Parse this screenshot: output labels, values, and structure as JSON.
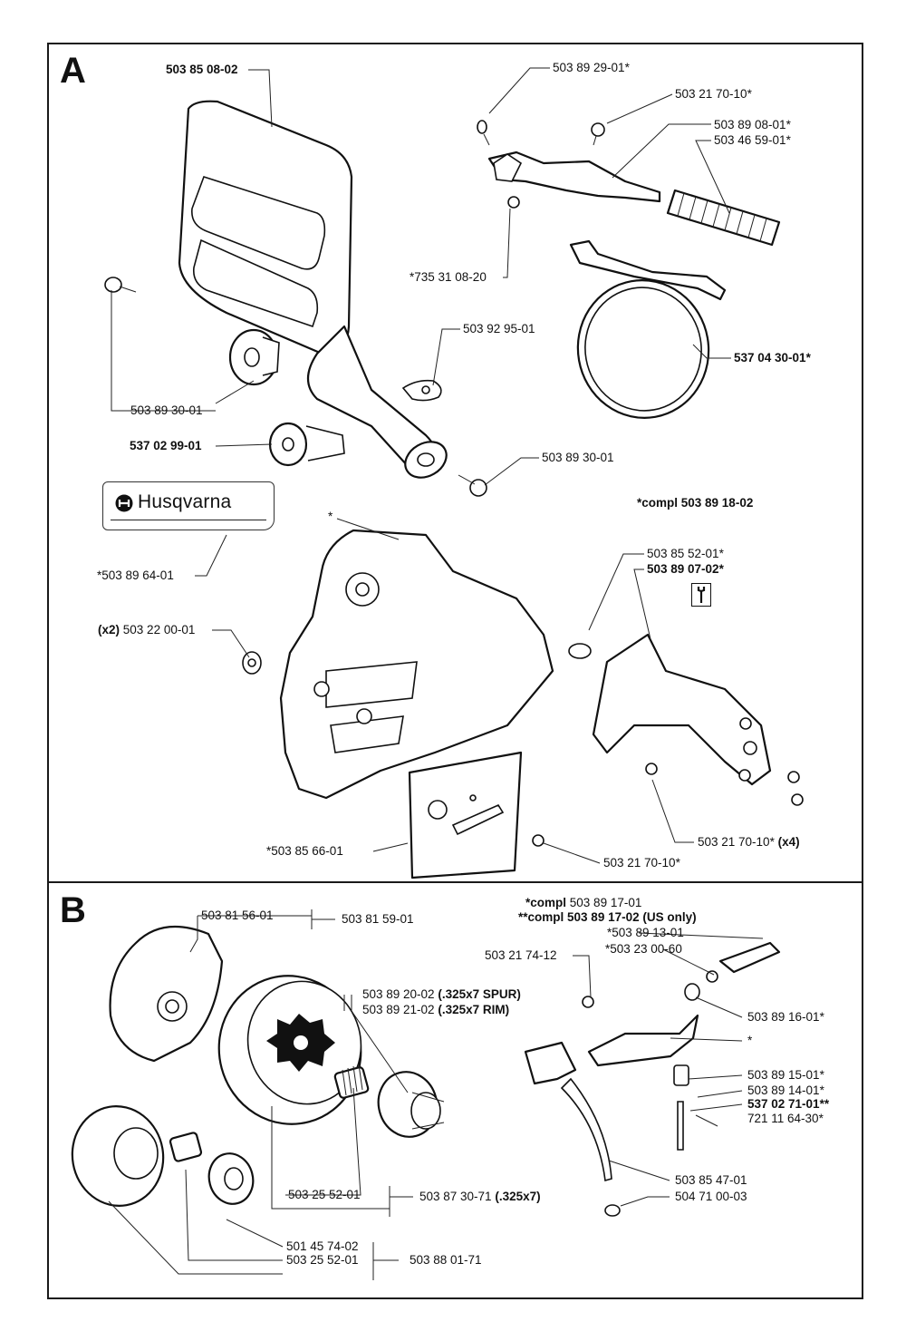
{
  "sections": {
    "a": {
      "letter": "A"
    },
    "b": {
      "letter": "B"
    }
  },
  "logo": {
    "brand_text": "Husqvarna"
  },
  "labels_a": {
    "hand_guard": "503 85 08-02",
    "brake_pin": "503 89 29-01*",
    "screw_top": "503 21 70-10*",
    "brake_lever": "503 89 08-01*",
    "spring": "503 46 59-01*",
    "circlip": "*735 31 08-20",
    "band": "537 04 30-01*",
    "washer_part": "503 92 95-01",
    "screw_left": "503 89 30-01",
    "cam": "537 02 99-01",
    "screw_right": "503 89 30-01",
    "compl": "*compl 503 89 18-02",
    "decal": "*503 89 64-01",
    "star": "*",
    "nut_qty": "(x2)",
    "nut": "503 22 00-01",
    "pin": "503 85 52-01*",
    "cover_part": "503 89 07-02*",
    "plate": "*503 85 66-01",
    "screw_bottom": "503 21 70-10*",
    "screw_x4": "503 21 70-10*",
    "screw_x4_qty": "(x4)"
  },
  "labels_b": {
    "clutch_shoe": "503 81 56-01",
    "clutch_assy": "503 81 59-01",
    "compl1_prefix": "*compl",
    "compl1": "503 89 17-01",
    "compl2_prefix": "**compl",
    "compl2": "503 89 17-02",
    "compl2_note": "(US only)",
    "rod": "*503 89 13-01",
    "washer": "*503 23 00-60",
    "screw": "503 21 74-12",
    "spur": "503 89 20-02",
    "spur_note": "(.325x7 SPUR)",
    "rim": "503 89 21-02",
    "rim_note": "(.325x7 RIM)",
    "spring": "503 89 16-01*",
    "star": "*",
    "bush": "503 89 15-01*",
    "pin1": "503 89 14-01*",
    "pin2": "537 02 71-01**",
    "roll_pin": "721 11 64-30*",
    "bearing": "503 25 52-01",
    "drum": "503 87 30-71",
    "drum_note": "(.325x7)",
    "hose": "503 85 47-01",
    "knob": "504 71 00-03",
    "rim_sprocket": "501 45 74-02",
    "bearing2": "503 25 52-01",
    "drum2": "503 88 01-71"
  }
}
